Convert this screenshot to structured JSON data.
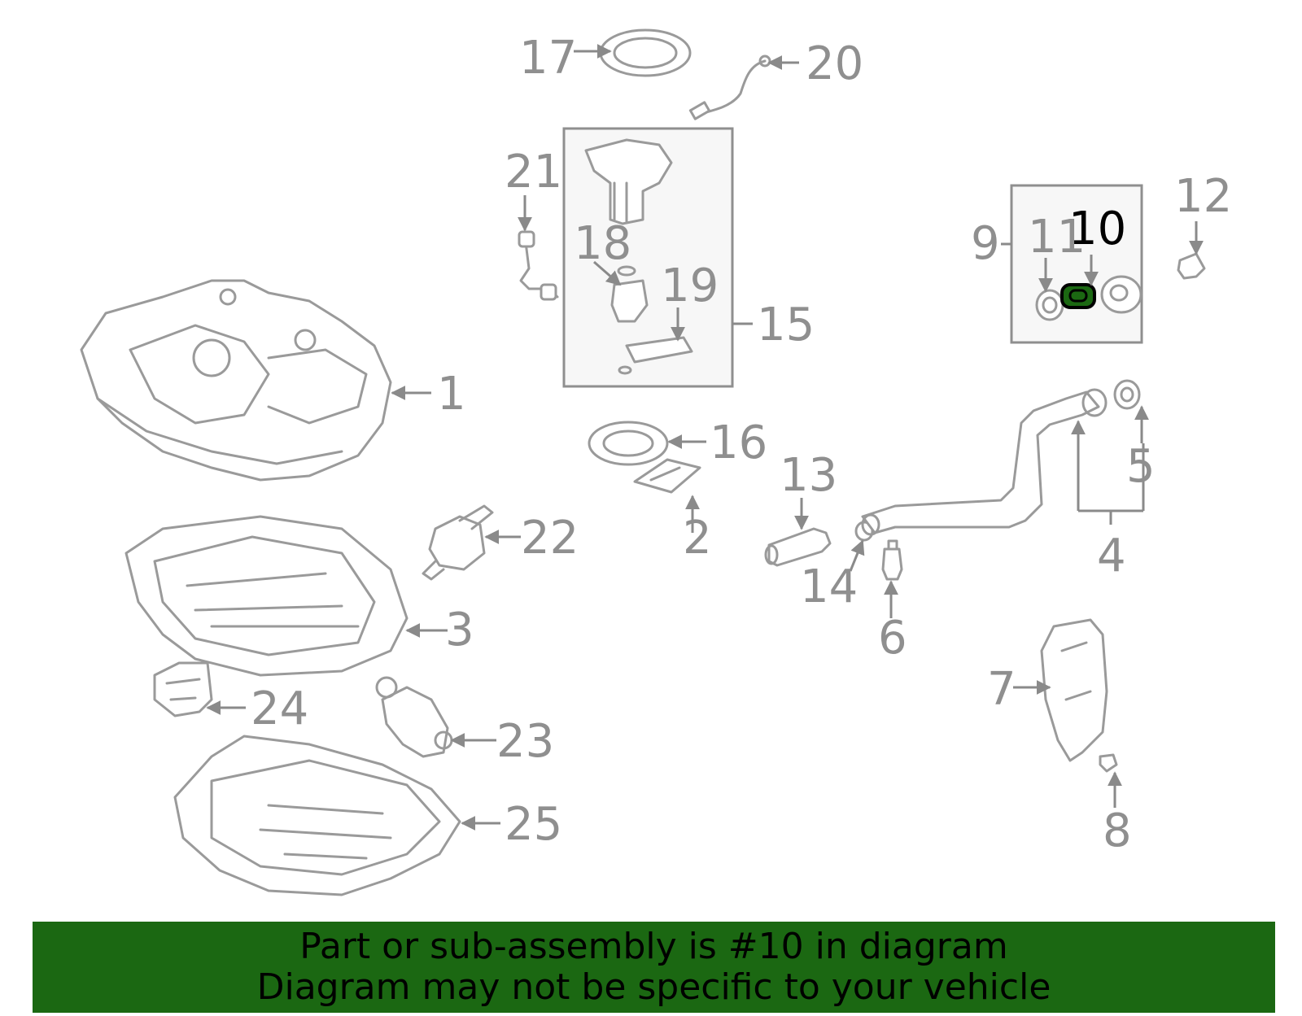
{
  "highlight": {
    "part": "10",
    "color": "#1b6812",
    "banner_color": "#1b6812"
  },
  "callouts": {
    "c1": "1",
    "c2": "2",
    "c3": "3",
    "c4": "4",
    "c5": "5",
    "c6": "6",
    "c7": "7",
    "c8": "8",
    "c9": "9",
    "c10": "10",
    "c11": "11",
    "c12": "12",
    "c13": "13",
    "c14": "14",
    "c15": "15",
    "c16": "16",
    "c17": "17",
    "c18": "18",
    "c19": "19",
    "c20": "20",
    "c21": "21",
    "c22": "22",
    "c23": "23",
    "c24": "24",
    "c25": "25"
  },
  "banner": {
    "line1": "Part or sub-assembly is #10 in diagram",
    "line2": "Diagram may not be specific to your vehicle"
  }
}
